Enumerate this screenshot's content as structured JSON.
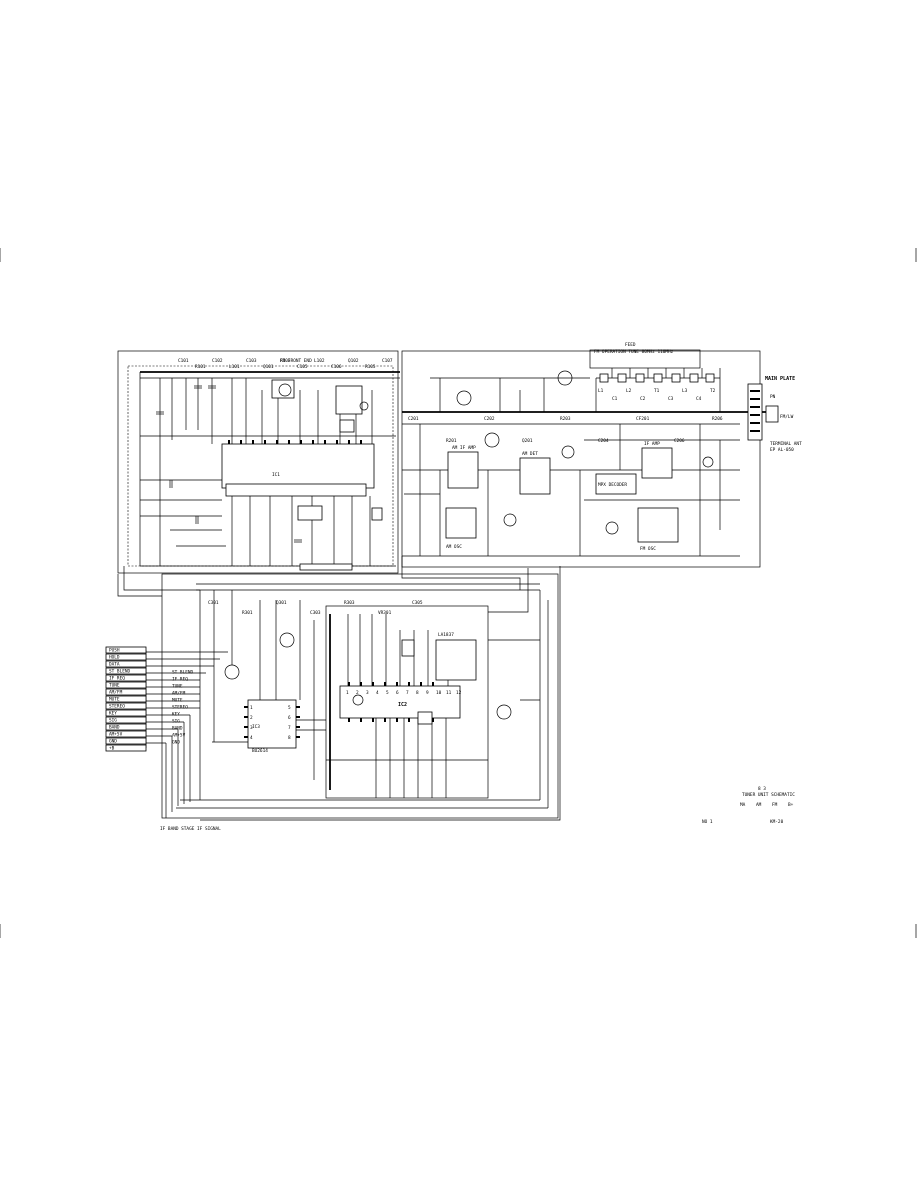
{
  "feed": {
    "title": "FEED",
    "subtitle": "FM OPERATION TUNE 80MHz 110MHz"
  },
  "connectors": {
    "main_plate": "MAIN PLATE",
    "main_pin": "PN",
    "fm_lw": "FM/LW",
    "terminal_ant": "TERMINAL ANT",
    "ant_code": "EP AL-050"
  },
  "ics": {
    "ic_fm_front_end": "FM FRONT END",
    "ic1": "IC1",
    "ic2": "IC2",
    "ic3": "IC3",
    "ic3_name": "BU2614",
    "ic_ctrl": "LA1837",
    "mpx": "MPX DECODER",
    "am_ifamp": "AM IF AMP",
    "am_detector": "AM DET",
    "ifamp": "IF AMP",
    "am_osc": "AM OSC",
    "fm_osc": "FM OSC"
  },
  "left_connector": {
    "pins": [
      "PUSH",
      "HOLD",
      "DATA",
      "ST BLEND",
      "IF REQ",
      "TUNE",
      "AM/FM",
      "MUTE",
      "STEREO",
      "KEY",
      "SIG",
      "BAND",
      "AM+5V",
      "GND",
      "+B"
    ],
    "right_labels": [
      "ST BLEND",
      "IF REQ",
      "TUNE",
      "AM/FM",
      "MUTE",
      "STEREO",
      "KEY",
      "SIG",
      "BAND",
      "AM+5V",
      "GND"
    ]
  },
  "notes": {
    "bottom_left": "IF BAND STAGE IF SIGNAL",
    "tuner_unit": "TUNER UNIT SCHEMATIC",
    "tuner_code": "8 3",
    "legend_row": [
      "MA",
      "AM",
      "FM",
      "B+"
    ],
    "sheet": "NO 1",
    "page": "KM-20"
  },
  "parts": {
    "top_row": [
      "C101",
      "R101",
      "C102",
      "L101",
      "C103",
      "Q101",
      "R103",
      "C105",
      "L102",
      "C106",
      "Q102",
      "R105",
      "C107"
    ],
    "mid_row": [
      "C201",
      "R201",
      "C202",
      "Q201",
      "R203",
      "C204",
      "CF201",
      "C206",
      "R206"
    ],
    "low_row": [
      "C301",
      "R301",
      "Q301",
      "C303",
      "R303",
      "VR301",
      "C305"
    ],
    "ic2_pins": [
      "1",
      "2",
      "3",
      "4",
      "5",
      "6",
      "7",
      "8",
      "9",
      "10",
      "11",
      "12"
    ],
    "ic3_pins": [
      "1",
      "2",
      "3",
      "4",
      "5",
      "6",
      "7",
      "8"
    ],
    "feed_parts": [
      "L1",
      "C1",
      "L2",
      "C2",
      "T1",
      "C3",
      "L3",
      "C4",
      "T2"
    ]
  }
}
